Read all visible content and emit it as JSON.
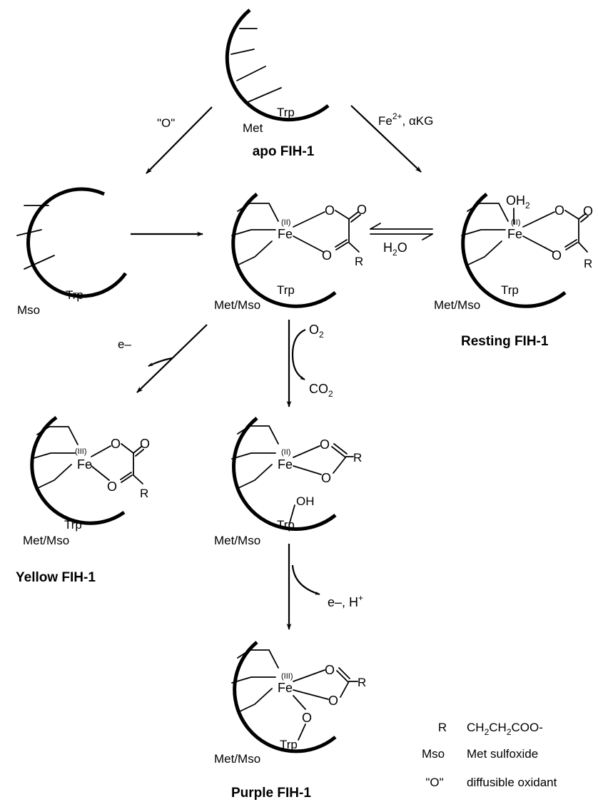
{
  "apo": {
    "name": "apo FIH-1",
    "met": "Met",
    "trp": "Trp"
  },
  "oxidized": {
    "mso": "Mso",
    "trp": "Trp"
  },
  "reagents": {
    "oxidant": "\"O\"",
    "fe_akg": "Fe2+, αKG",
    "water": "H2O",
    "electron": "e–",
    "o2": "O2",
    "co2": "CO2",
    "e_h": "e–, H+"
  },
  "fe_akg_complex": {
    "metal": "Fe",
    "ox_state": "(II)",
    "met_mso": "Met/Mso",
    "trp": "Trp",
    "r": "R"
  },
  "resting": {
    "name": "Resting FIH-1",
    "metal": "Fe",
    "ox_state": "(II)",
    "ligand": "OH2",
    "met_mso": "Met/Mso",
    "trp": "Trp",
    "r": "R"
  },
  "yellow": {
    "name": "Yellow FIH-1",
    "metal": "Fe",
    "ox_state": "(III)",
    "met_mso": "Met/Mso",
    "trp": "Trp",
    "r": "R"
  },
  "hydroxylated": {
    "metal": "Fe",
    "ox_state": "(II)",
    "oh": "OH",
    "met_mso": "Met/Mso",
    "trp": "Trp",
    "r": "R"
  },
  "purple": {
    "name": "Purple FIH-1",
    "metal": "Fe",
    "ox_state": "(III)",
    "met_mso": "Met/Mso",
    "trp": "Trp",
    "r": "R"
  },
  "legend": [
    {
      "symbol": "R",
      "meaning": "CH2CH2COO-"
    },
    {
      "symbol": "Mso",
      "meaning": "Met sulfoxide"
    },
    {
      "symbol": "\"O\"",
      "meaning": "diffusible oxidant"
    }
  ]
}
